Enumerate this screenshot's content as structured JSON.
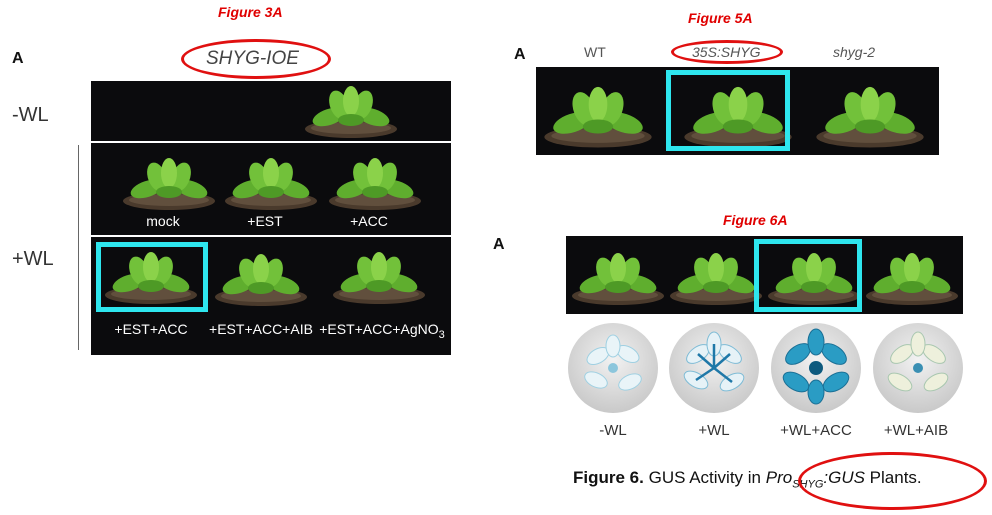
{
  "fig3": {
    "title": "Figure 3A",
    "panel": "A",
    "genotype": "SHYG-IOE",
    "minus_wl": "-WL",
    "plus_wl": "+WL",
    "row2": [
      "mock",
      "+EST",
      "+ACC"
    ],
    "row3": [
      "+EST+ACC",
      "+EST+ACC+AIB",
      "+EST+ACC+AgNO"
    ],
    "agno_sub": "3"
  },
  "fig5": {
    "title": "Figure 5A",
    "panel": "A",
    "genotypes": [
      "WT",
      "35S:SHYG",
      "shyg-2"
    ]
  },
  "fig6": {
    "title": "Figure 6A",
    "panel": "A",
    "gus_labels": [
      "-WL",
      "+WL",
      "+WL+ACC",
      "+WL+AIB"
    ],
    "caption": {
      "fig": "Figure 6.",
      "pre": "GUS Activity in ",
      "pro": "Pro",
      "sub": "SHYG",
      "gus": ":GUS",
      "post": " Plants."
    }
  },
  "colors": {
    "annotation_red": "#e01010",
    "highlight_cyan": "#2ee6ee",
    "panel_bg": "#0b0b0d"
  }
}
